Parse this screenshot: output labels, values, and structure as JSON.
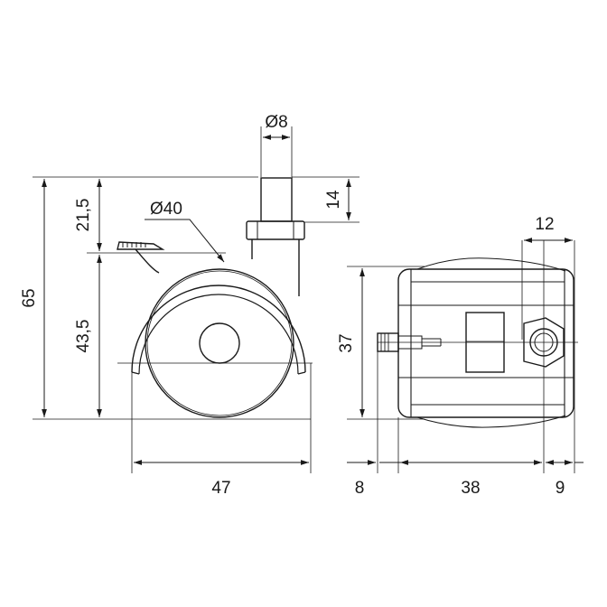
{
  "drawing": {
    "left_view": {
      "stem_diameter": "Ø8",
      "wheel_diameter": "Ø40",
      "upper_height": "21,5",
      "lower_height": "43,5",
      "total_height": "65",
      "stem_length": "14",
      "width": "47"
    },
    "right_view": {
      "height": "37",
      "axle_offset": "12",
      "stub_length": "8",
      "body_width": "38",
      "hub_overhang": "9"
    }
  }
}
